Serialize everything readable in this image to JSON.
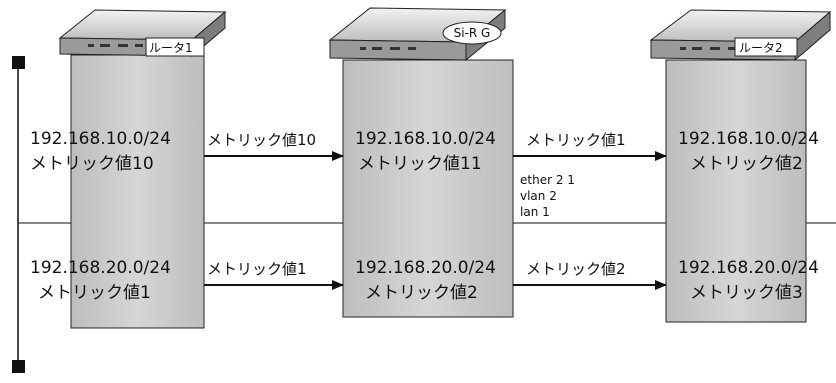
{
  "devices": [
    {
      "label": "ルータ1"
    },
    {
      "label": "Si-R G"
    },
    {
      "label": "ルータ2"
    }
  ],
  "router1": {
    "net1_addr": "192.168.10.0/24",
    "net1_metric": "メトリック値10",
    "net2_addr": "192.168.20.0/24",
    "net2_metric": "メトリック値1"
  },
  "sirg": {
    "net1_addr": "192.168.10.0/24",
    "net1_metric": "メトリック値11",
    "net2_addr": "192.168.20.0/24",
    "net2_metric": "メトリック値2",
    "lan_config": [
      "ether 2 1",
      "vlan 2",
      "lan 1"
    ]
  },
  "router2": {
    "net1_addr": "192.168.10.0/24",
    "net1_metric": "メトリック値2",
    "net2_addr": "192.168.20.0/24",
    "net2_metric": "メトリック値3"
  },
  "links": {
    "r1_to_sirg_net1": "メトリック値10",
    "r1_to_sirg_net2": "メトリック値1",
    "sirg_to_r2_net1": "メトリック値1",
    "sirg_to_r2_net2": "メトリック値2"
  }
}
